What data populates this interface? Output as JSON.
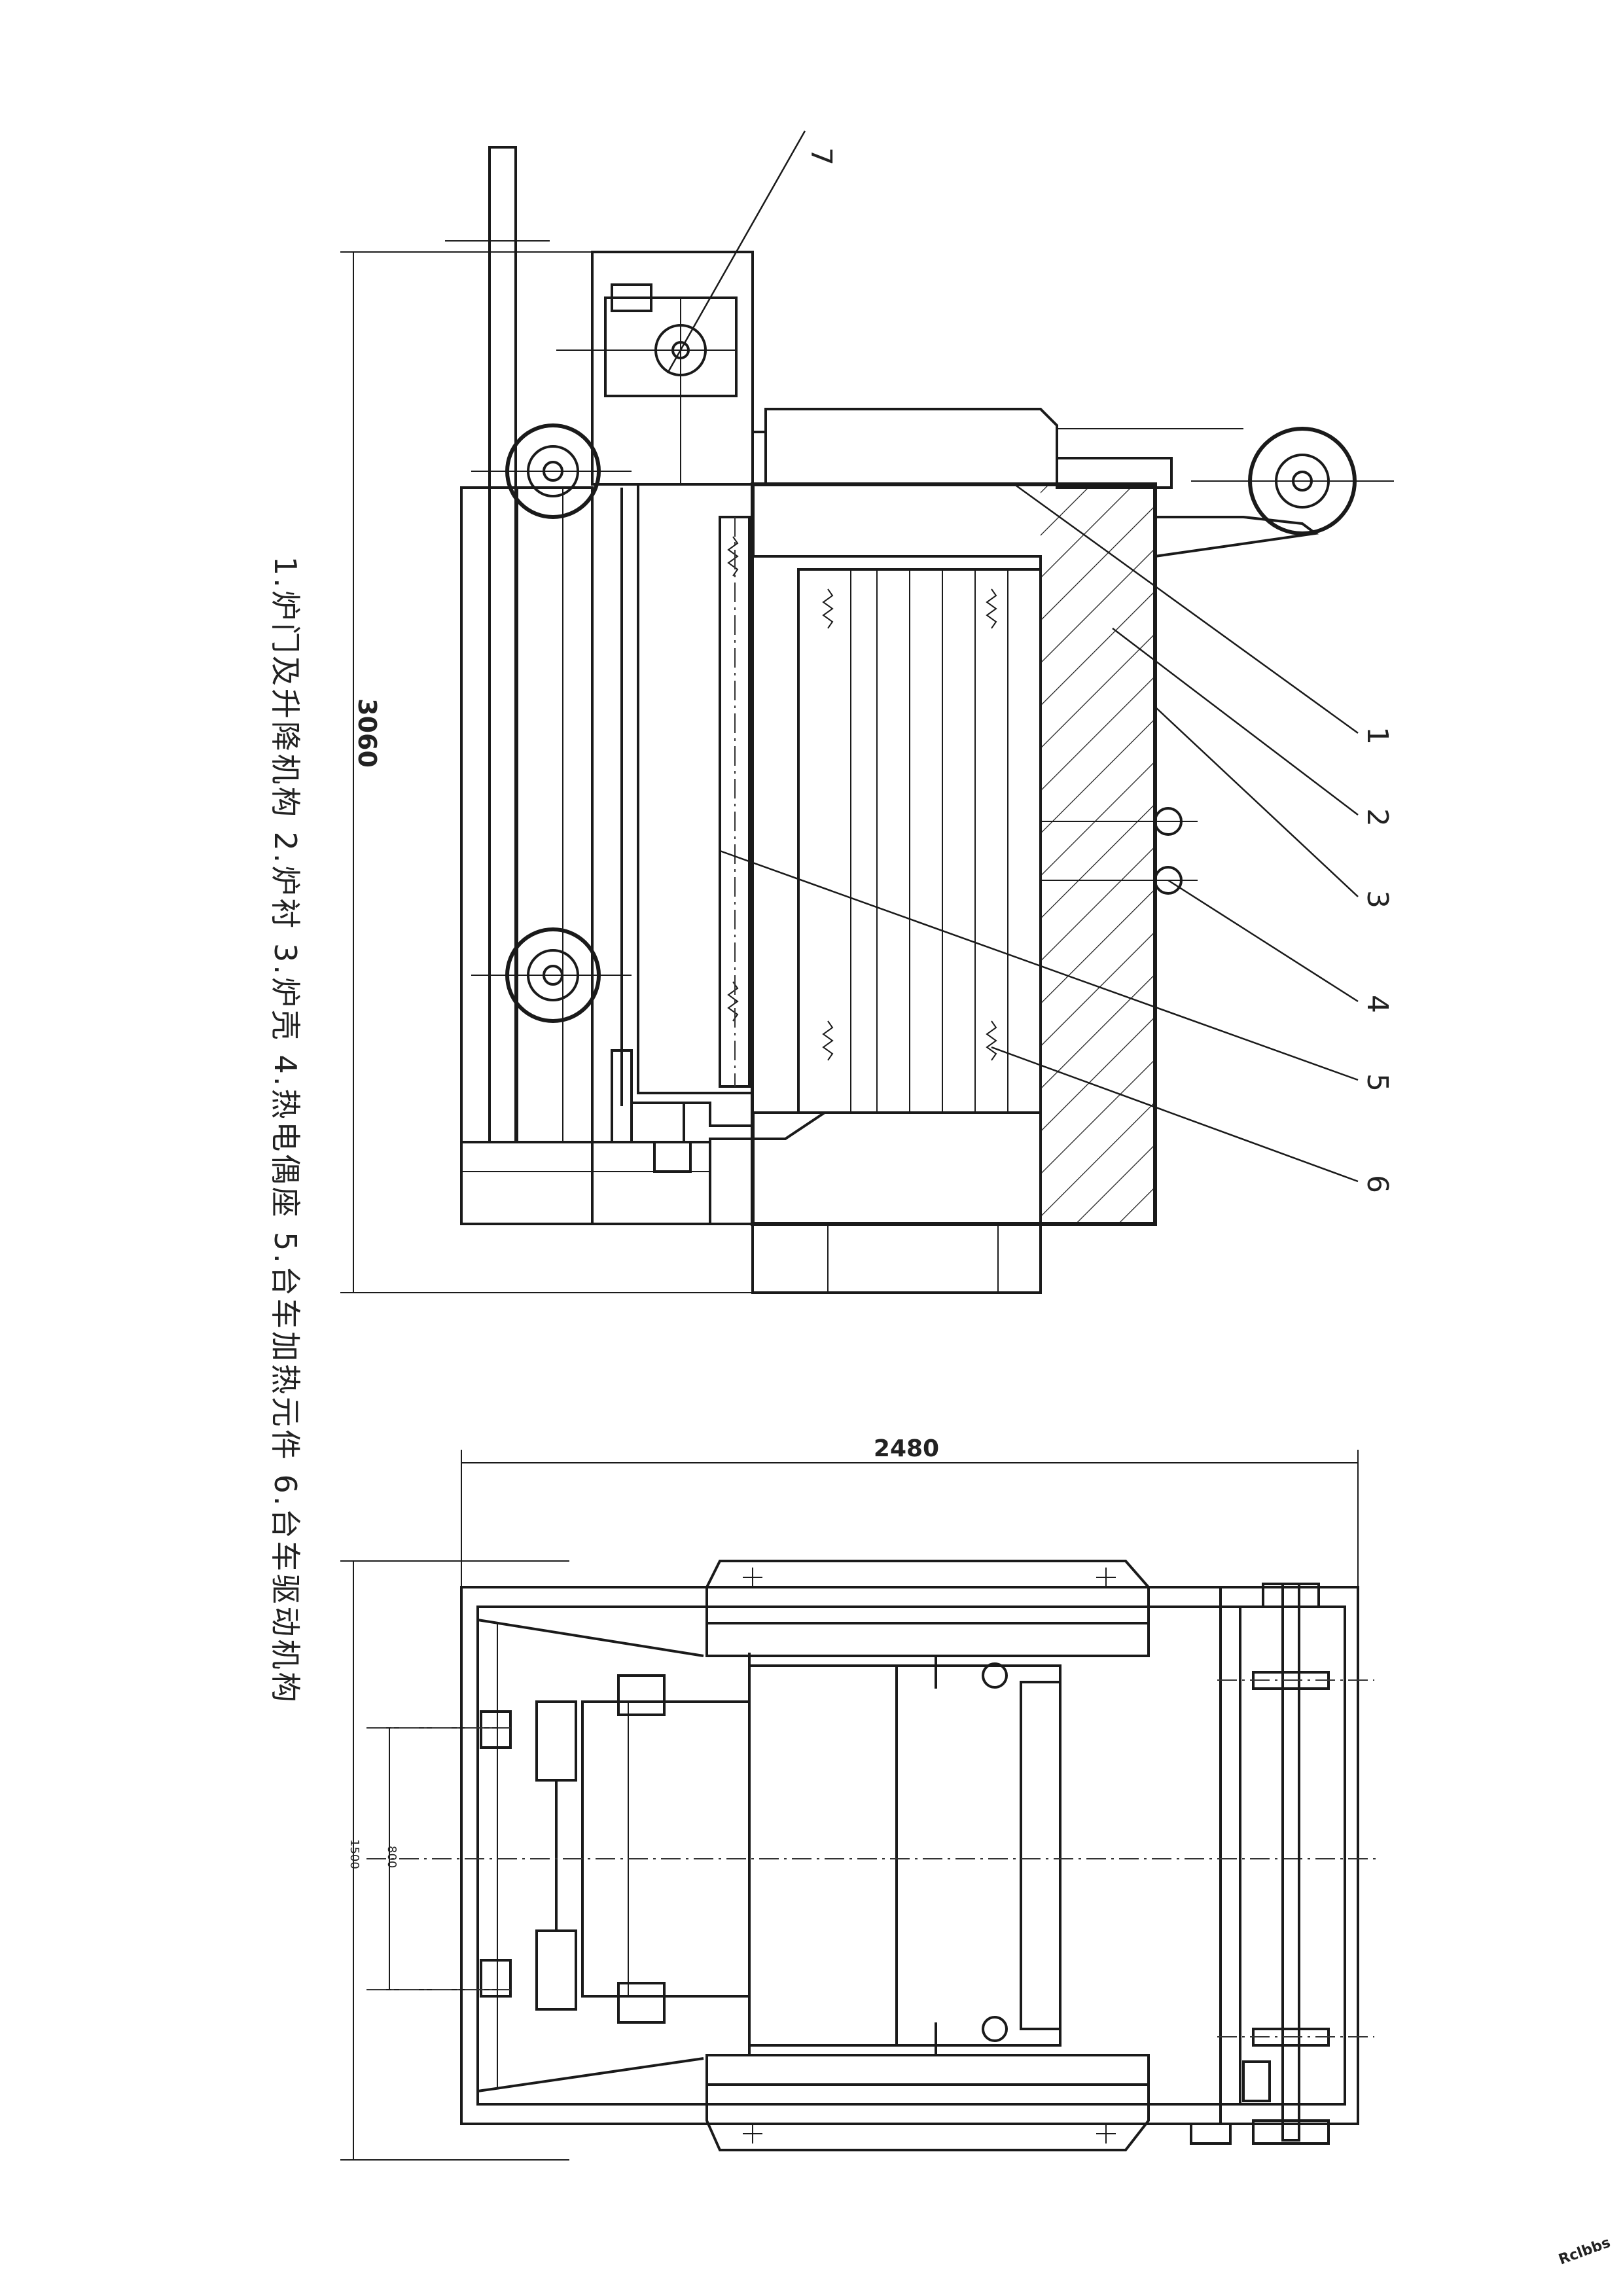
{
  "dimensions": {
    "overall_length": "3060",
    "overall_width": "2480",
    "rail_gauge_outer": "1500",
    "rail_gauge_inner": "800"
  },
  "part_numbers": [
    "1",
    "2",
    "3",
    "4",
    "5",
    "6",
    "7"
  ],
  "legend": "1.炉门及升降机构  2.炉衬  3.炉壳  4.热电偶座  5.台车加热元件  6.台车驱动机构",
  "watermark": "Rclbbs"
}
